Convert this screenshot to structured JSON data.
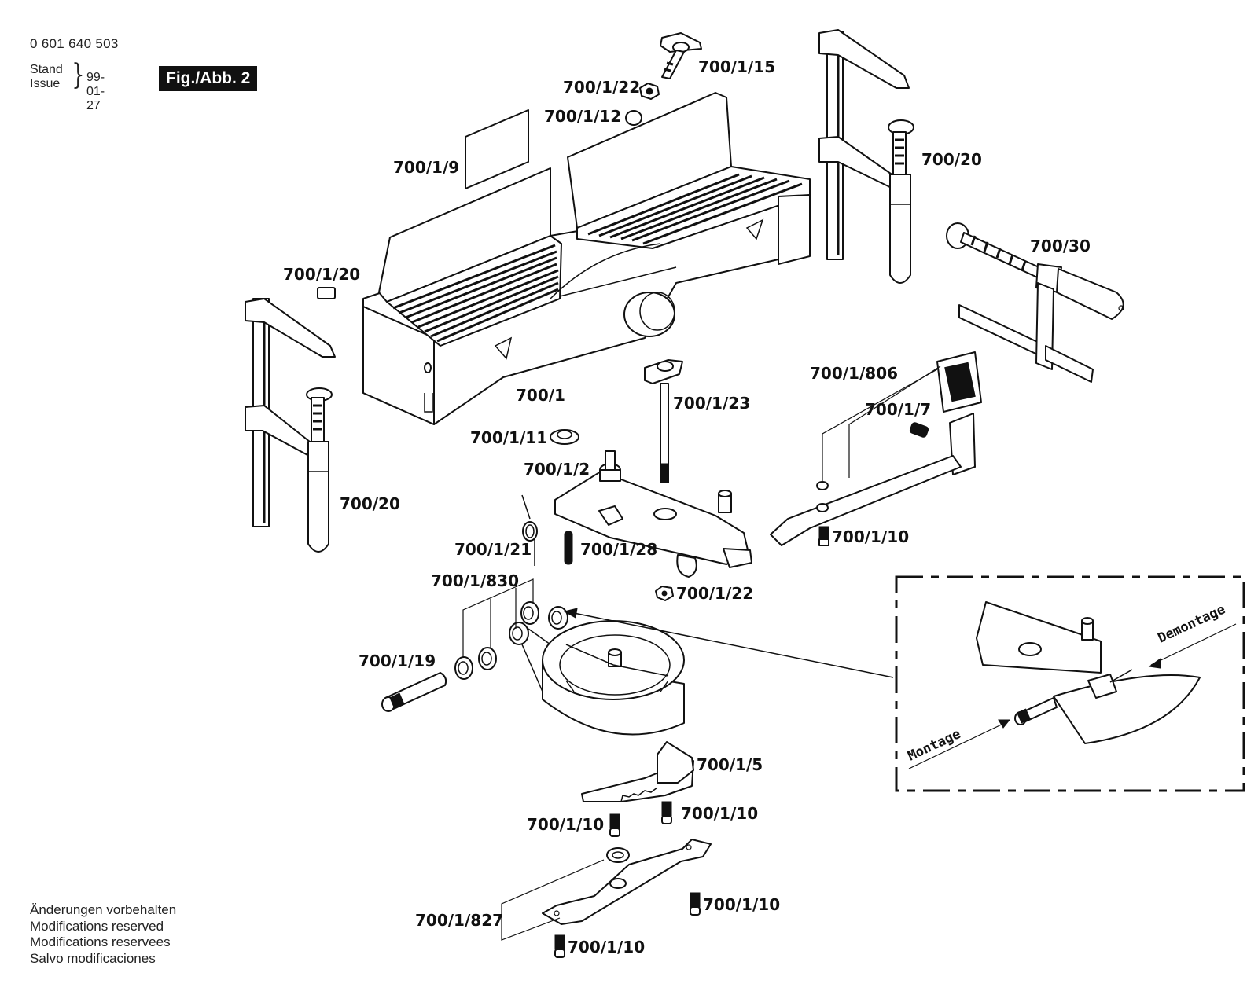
{
  "header": {
    "document_number": "0 601 640 503",
    "stand_label": "Stand",
    "issue_label": "Issue",
    "date": "99-01-27",
    "figure_label": "Fig./Abb. 2"
  },
  "footer": {
    "notes": [
      "Änderungen vorbehalten",
      "Modifications reserved",
      "Modifications reservees",
      "Salvo modificaciones"
    ]
  },
  "parts": {
    "p_700_1_15": "700/1/15",
    "p_700_1_22_top": "700/1/22",
    "p_700_1_12": "700/1/12",
    "p_700_1_9": "700/1/9",
    "p_700_20_right": "700/20",
    "p_700_30": "700/30",
    "p_700_1_20": "700/1/20",
    "p_700_1": "700/1",
    "p_700_1_806": "700/1/806",
    "p_700_1_23": "700/1/23",
    "p_700_1_7": "700/1/7",
    "p_700_1_11": "700/1/11",
    "p_700_1_2": "700/1/2",
    "p_700_20_left": "700/20",
    "p_700_1_10_a": "700/1/10",
    "p_700_1_21": "700/1/21",
    "p_700_1_28": "700/1/28",
    "p_700_1_830": "700/1/830",
    "p_700_1_22_bottom": "700/1/22",
    "p_700_1_19": "700/1/19",
    "p_700_1_5": "700/1/5",
    "p_700_1_10_b": "700/1/10",
    "p_700_1_10_c": "700/1/10",
    "p_700_1_10_d": "700/1/10",
    "p_700_1_827": "700/1/827",
    "p_700_1_10_e": "700/1/10"
  },
  "inset": {
    "montage_label": "Montage",
    "demontage_label": "Demontage"
  }
}
